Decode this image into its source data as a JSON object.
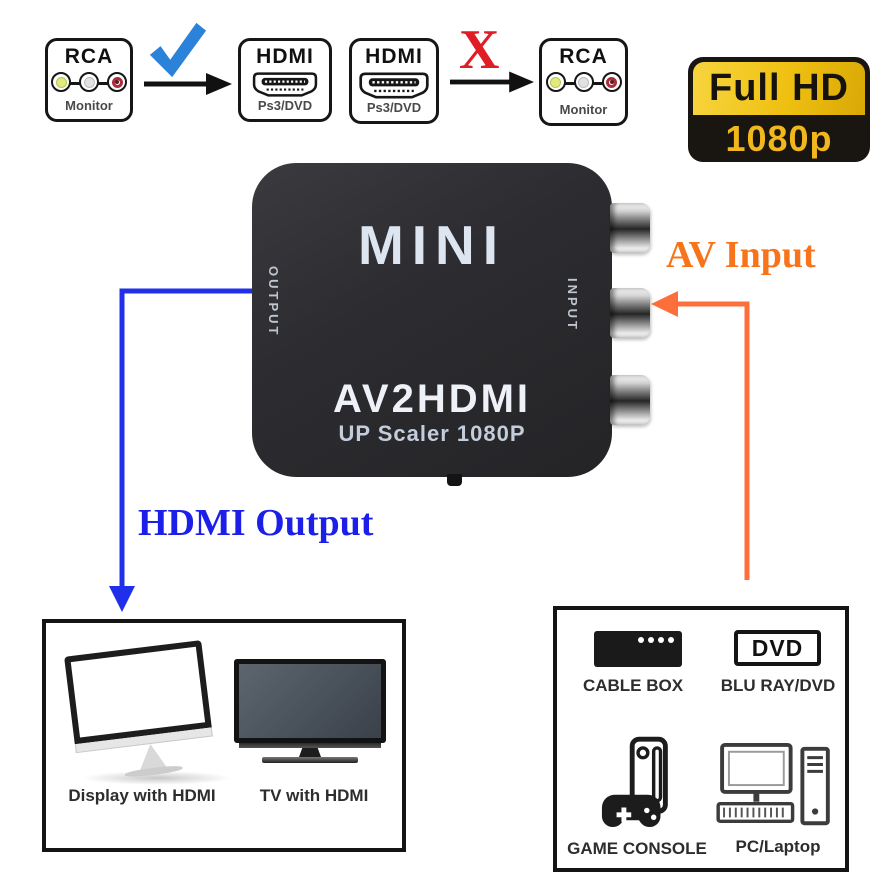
{
  "compat_flow": {
    "boxes": [
      {
        "type": "rca",
        "title": "RCA",
        "subtitle": "Monitor"
      },
      {
        "type": "hdmi",
        "title": "HDMI",
        "subtitle": "Ps3/DVD"
      },
      {
        "type": "hdmi",
        "title": "HDMI",
        "subtitle": "Ps3/DVD"
      },
      {
        "type": "rca",
        "title": "RCA",
        "subtitle": "Monitor"
      }
    ],
    "supported_mark": "check",
    "unsupported_mark": "X",
    "check_color": "#2b82d9",
    "x_color": "#e01d24",
    "rca_colors": {
      "video": "#e3ea7d",
      "audio_left": "#e2e2e2",
      "audio_right": "#a82f3b"
    }
  },
  "badge": {
    "line1": "Full HD",
    "line2": "1080p",
    "yellow": "#efc011",
    "dark": "#191511"
  },
  "device": {
    "logo": "MINI",
    "side_left": "OUTPUT",
    "side_right": "INPUT",
    "model": "AV2HDMI",
    "subtitle": "UP Scaler 1080P"
  },
  "callouts": {
    "input_label": "AV Input",
    "input_color": "#f7741b",
    "output_label": "HDMI Output",
    "output_color": "#1b1fe8"
  },
  "hdmi_devices": {
    "items": [
      {
        "label": "Display with HDMI"
      },
      {
        "label": "TV with HDMI"
      }
    ]
  },
  "av_sources": {
    "dvd_logo": "DVD",
    "items": [
      {
        "label": "CABLE BOX"
      },
      {
        "label": "BLU RAY/DVD"
      },
      {
        "label": "GAME CONSOLE"
      },
      {
        "label": "PC/Laptop"
      }
    ]
  }
}
